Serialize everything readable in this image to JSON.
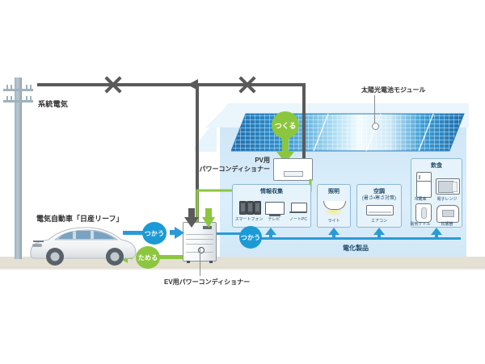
{
  "diagram": {
    "title": "EV and PV home energy flow diagram",
    "grid": {
      "label": "系統電気",
      "x_mark_1": "×",
      "x_mark_2": "×"
    },
    "solar": {
      "callout_label": "太陽光電池モジュール",
      "generate_badge": "つくる"
    },
    "pv_conditioner": {
      "line1": "PV用",
      "line2": "パワーコンディショナー"
    },
    "ev_conditioner": {
      "label": "EV用パワーコンディショナー"
    },
    "car": {
      "label": "電気自動車「日産リーフ」",
      "use_badge": "つかう",
      "store_badge": "ためる"
    },
    "house": {
      "appliances_label": "電化製品",
      "use_badge": "つかう",
      "groups": [
        {
          "title": "情報収集",
          "devices": [
            {
              "name": "スマートフォン",
              "icon": "smartphone-icon"
            },
            {
              "name": "テレビ",
              "icon": "television-icon"
            },
            {
              "name": "ノートPC",
              "icon": "laptop-icon"
            }
          ]
        },
        {
          "title": "照明",
          "devices": [
            {
              "name": "ライト",
              "icon": "ceiling-light-icon"
            }
          ]
        },
        {
          "title": "空調",
          "subtitle": "(暑さ・寒さ対策)",
          "devices": [
            {
              "name": "エアコン",
              "icon": "air-conditioner-icon"
            }
          ]
        },
        {
          "title": "飲食",
          "devices": [
            {
              "name": "冷蔵庫",
              "icon": "refrigerator-icon"
            },
            {
              "name": "電子レンジ",
              "icon": "microwave-icon"
            },
            {
              "name": "電気ケトル",
              "icon": "electric-kettle-icon"
            },
            {
              "name": "炊飯器",
              "icon": "rice-cooker-icon"
            }
          ]
        }
      ]
    },
    "colors": {
      "blue": "#1b9ad6",
      "green": "#8cc63f",
      "grid_gray": "#5a5a5a",
      "house_wall": "#d3e8f6",
      "ground": "#e4e0d4",
      "panel_blue": "#2e8fd4"
    }
  }
}
